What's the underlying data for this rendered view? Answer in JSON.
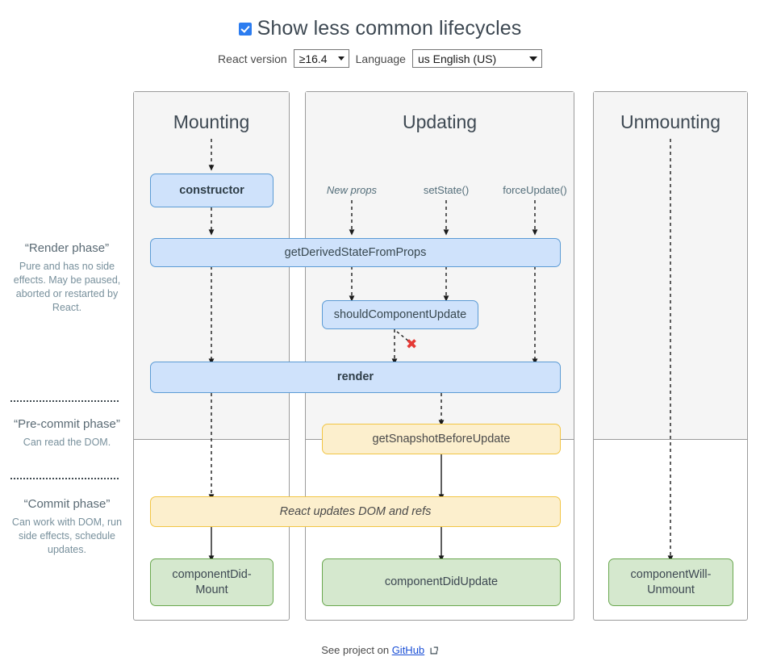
{
  "controls": {
    "toggle_label": "Show less common lifecycles",
    "toggle_checked": true,
    "version_label": "React version",
    "version_value": "≥16.4",
    "language_label": "Language",
    "language_value": "us English (US)"
  },
  "phases": [
    {
      "title": "“Render phase”",
      "desc": "Pure and has no side effects. May be paused, aborted or restarted by React."
    },
    {
      "title": "“Pre-commit phase”",
      "desc": "Can read the DOM."
    },
    {
      "title": "“Commit phase”",
      "desc": "Can work with DOM, run side effects, schedule updates."
    }
  ],
  "columns": [
    {
      "title": "Mounting"
    },
    {
      "title": "Updating"
    },
    {
      "title": "Unmounting"
    }
  ],
  "triggers": [
    {
      "label": "New props",
      "style": "italic"
    },
    {
      "label": "setState()",
      "style": "normal"
    },
    {
      "label": "forceUpdate()",
      "style": "normal"
    }
  ],
  "nodes": {
    "constructor": "constructor",
    "get_derived_state": "getDerivedStateFromProps",
    "should_component_update": "shouldComponentUpdate",
    "render": "render",
    "get_snapshot": "getSnapshotBeforeUpdate",
    "react_updates": "React updates DOM and refs",
    "component_did_mount": "componentDid-\nMount",
    "component_did_mount_l1": "componentDid-",
    "component_did_mount_l2": "Mount",
    "component_did_update": "componentDidUpdate",
    "component_will_unmount_l1": "componentWill-",
    "component_will_unmount_l2": "Unmount"
  },
  "annotations": {
    "skip_update_mark": "✖"
  },
  "footer": {
    "prefix": "See project on",
    "link_text": "GitHub",
    "external_icon": "external-link-icon"
  },
  "colors": {
    "blue_fill": "#cfe2fb",
    "blue_border": "#5b9bd5",
    "yellow_fill": "#fcefcd",
    "yellow_border": "#f2c544",
    "green_fill": "#d5e8ce",
    "green_border": "#6aa84f",
    "shade": "#f5f5f5",
    "column_border": "#9b9b9b",
    "accent": "#2b7cf0",
    "link": "#1a4fd6",
    "x_mark": "#e53935"
  }
}
